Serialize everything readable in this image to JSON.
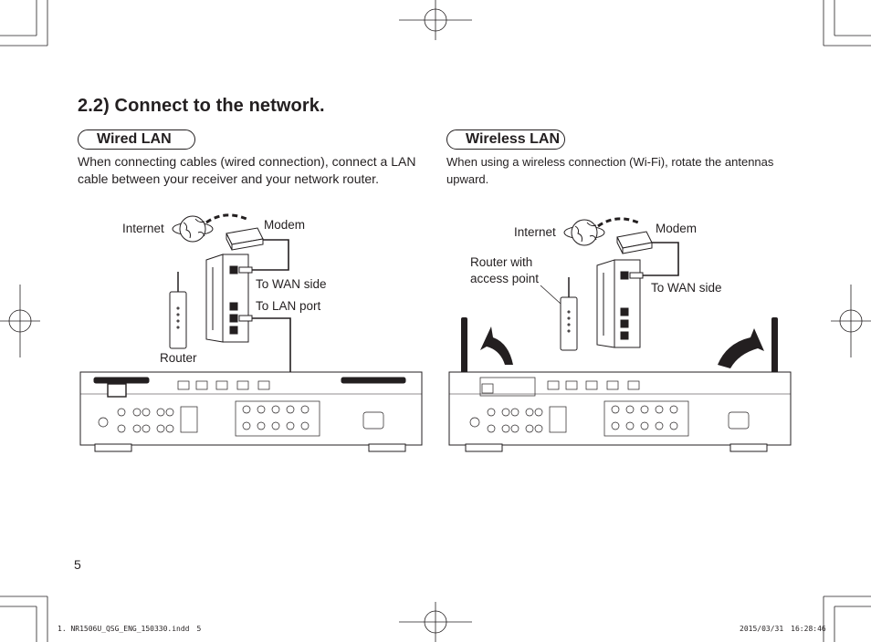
{
  "section": {
    "title": "2.2) Connect to the network."
  },
  "wired": {
    "heading": "Wired LAN",
    "description": "When connecting cables (wired connection), connect a LAN cable between your receiver and your network router.",
    "labels": {
      "internet": "Internet",
      "modem": "Modem",
      "to_wan_side": "To WAN side",
      "to_lan_port": "To LAN port",
      "router": "Router"
    }
  },
  "wireless": {
    "heading": "Wireless LAN",
    "description": "When using a wireless connection (Wi-Fi), rotate the antennas upward.",
    "labels": {
      "internet": "Internet",
      "modem": "Modem",
      "router_with_access_point": "Router with access point",
      "to_wan_side": "To WAN side"
    }
  },
  "page": {
    "number": "5"
  },
  "footer": {
    "filename": "1. NR1506U_QSG_ENG_150330.indd",
    "page": "5",
    "date": "2015/03/31",
    "time": "16:28:46"
  }
}
